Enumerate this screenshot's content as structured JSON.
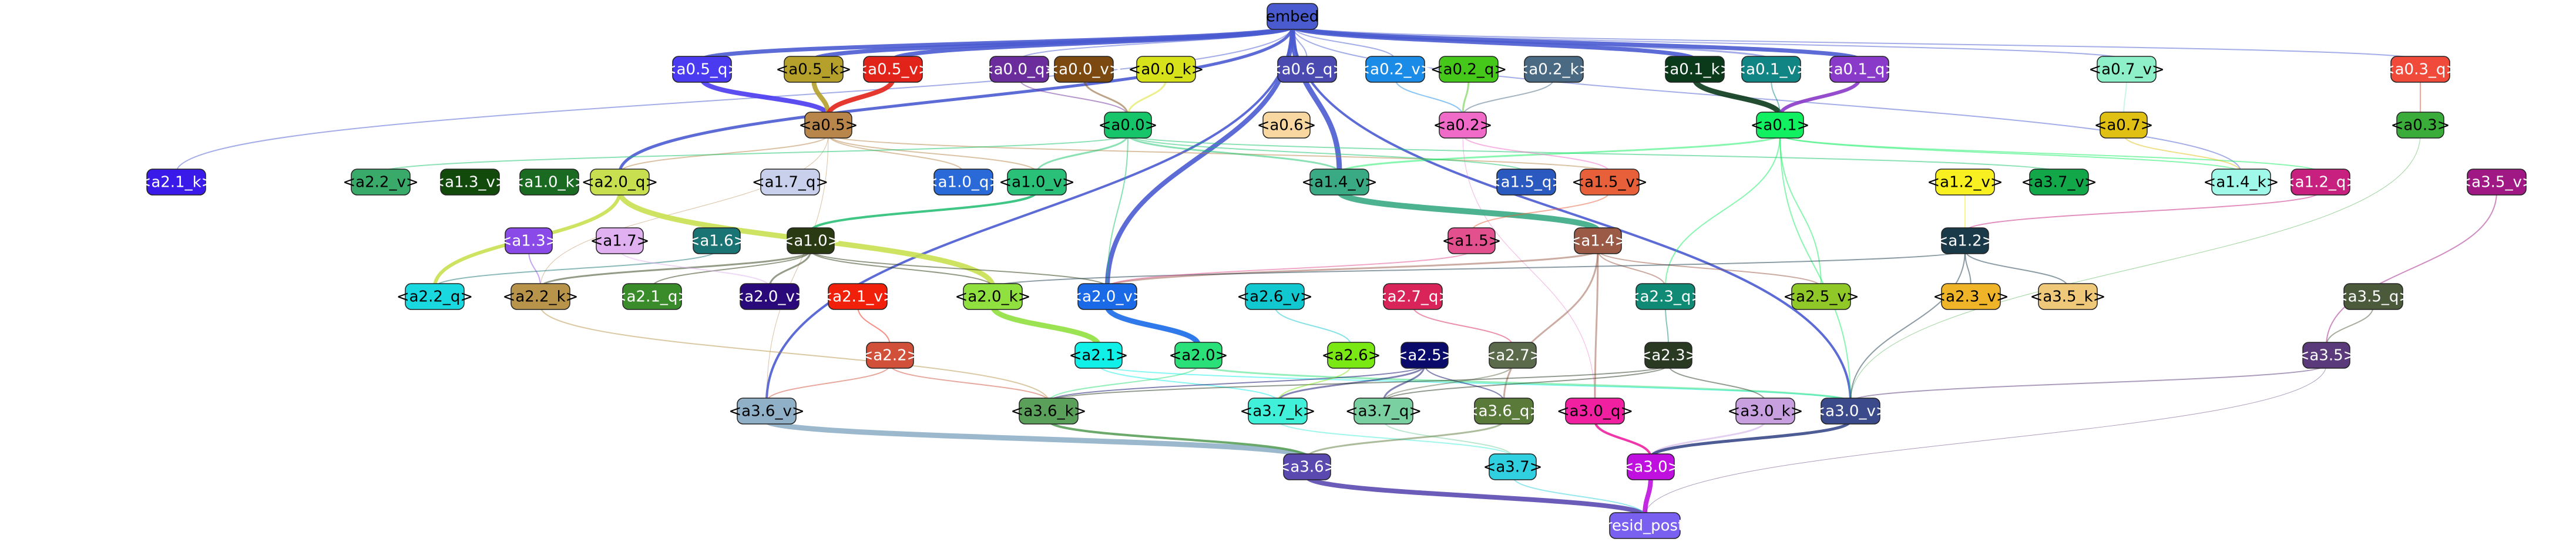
{
  "nodes": [
    {
      "id": "embed",
      "label": "embed",
      "color": "#4a5bd0",
      "text": "#000"
    },
    {
      "id": "a0_5_q",
      "label": "<a0.5_q>",
      "color": "#4a3af0",
      "text": "#fff"
    },
    {
      "id": "a0_5_k",
      "label": "<a0.5_k>",
      "color": "#b4a02a",
      "text": "#000"
    },
    {
      "id": "a0_5_v",
      "label": "<a0.5_v>",
      "color": "#e2231a",
      "text": "#fff"
    },
    {
      "id": "a0_0_q",
      "label": "<a0.0_q>",
      "color": "#6c2d9c",
      "text": "#fff"
    },
    {
      "id": "a0_0_v",
      "label": "<a0.0_v>",
      "color": "#7c4a10",
      "text": "#fff"
    },
    {
      "id": "a0_0_k",
      "label": "<a0.0_k>",
      "color": "#d8e21a",
      "text": "#000"
    },
    {
      "id": "a0_6_q",
      "label": "<a0.6_q>",
      "color": "#4a4ab0",
      "text": "#fff"
    },
    {
      "id": "a0_2_v",
      "label": "<a0.2_v>",
      "color": "#1a8ce8",
      "text": "#fff"
    },
    {
      "id": "a0_2_q",
      "label": "<a0.2_q>",
      "color": "#46c81a",
      "text": "#000"
    },
    {
      "id": "a0_2_k",
      "label": "<a0.2_k>",
      "color": "#4a6a84",
      "text": "#fff"
    },
    {
      "id": "a0_1_k",
      "label": "<a0.1_k>",
      "color": "#0a3a1a",
      "text": "#fff"
    },
    {
      "id": "a0_1_v",
      "label": "<a0.1_v>",
      "color": "#118484",
      "text": "#fff"
    },
    {
      "id": "a0_1_q",
      "label": "<a0.1_q>",
      "color": "#8a3ac8",
      "text": "#fff"
    },
    {
      "id": "a0_7_v",
      "label": "<a0.7_v>",
      "color": "#8ef0c8",
      "text": "#000"
    },
    {
      "id": "a0_3_q",
      "label": "<a0.3_q>",
      "color": "#f04a3a",
      "text": "#fff"
    },
    {
      "id": "a0_5",
      "label": "<a0.5>",
      "color": "#b8864a",
      "text": "#000"
    },
    {
      "id": "a0_0",
      "label": "<a0.0>",
      "color": "#16c46a",
      "text": "#000"
    },
    {
      "id": "a0_6",
      "label": "<a0.6>",
      "color": "#f8d8a0",
      "text": "#000"
    },
    {
      "id": "a0_2",
      "label": "<a0.2>",
      "color": "#f06ac8",
      "text": "#000"
    },
    {
      "id": "a0_1",
      "label": "<a0.1>",
      "color": "#10f060",
      "text": "#000"
    },
    {
      "id": "a0_7",
      "label": "<a0.7>",
      "color": "#e0c012",
      "text": "#000"
    },
    {
      "id": "a0_3",
      "label": "<a0.3>",
      "color": "#3aac3a",
      "text": "#000"
    },
    {
      "id": "a2_1_k",
      "label": "<a2.1_k>",
      "color": "#3a1ae8",
      "text": "#fff"
    },
    {
      "id": "a2_2_v",
      "label": "<a2.2_v>",
      "color": "#3aaa6a",
      "text": "#000"
    },
    {
      "id": "a1_3_v",
      "label": "<a1.3_v>",
      "color": "#124a0c",
      "text": "#fff"
    },
    {
      "id": "a1_0_k",
      "label": "<a1.0_k>",
      "color": "#1a6a22",
      "text": "#fff"
    },
    {
      "id": "a2_0_q",
      "label": "<a2.0_q>",
      "color": "#c8e050",
      "text": "#000"
    },
    {
      "id": "a1_7_q",
      "label": "<a1.7_q>",
      "color": "#c8d0ec",
      "text": "#000"
    },
    {
      "id": "a1_0_q",
      "label": "<a1.0_q>",
      "color": "#2a6ad8",
      "text": "#fff"
    },
    {
      "id": "a1_0_v",
      "label": "<a1.0_v>",
      "color": "#2ac078",
      "text": "#000"
    },
    {
      "id": "a1_4_v",
      "label": "<a1.4_v>",
      "color": "#3aaa84",
      "text": "#000"
    },
    {
      "id": "a1_5_q",
      "label": "<a1.5_q>",
      "color": "#2a5ac0",
      "text": "#fff"
    },
    {
      "id": "a1_5_v",
      "label": "<a1.5_v>",
      "color": "#e8603a",
      "text": "#000"
    },
    {
      "id": "a3_7_v",
      "label": "<a3.7_v>",
      "color": "#12a84a",
      "text": "#000"
    },
    {
      "id": "a1_4_k",
      "label": "<a1.4_k>",
      "color": "#a0f8e8",
      "text": "#000"
    },
    {
      "id": "a1_2_q",
      "label": "<a1.2_q>",
      "color": "#c8207e",
      "text": "#fff"
    },
    {
      "id": "a3_5_v",
      "label": "<a3.5_v>",
      "color": "#a01884",
      "text": "#fff"
    },
    {
      "id": "a1_2_v",
      "label": "<a1.2_v>",
      "color": "#f8f020",
      "text": "#000"
    },
    {
      "id": "a1_3",
      "label": "<a1.3>",
      "color": "#8a4ae8",
      "text": "#fff"
    },
    {
      "id": "a1_7",
      "label": "<a1.7>",
      "color": "#e0b0f0",
      "text": "#000"
    },
    {
      "id": "a1_6",
      "label": "<a1.6>",
      "color": "#1a7474",
      "text": "#fff"
    },
    {
      "id": "a1_0",
      "label": "<a1.0>",
      "color": "#2a3a12",
      "text": "#fff"
    },
    {
      "id": "a1_5",
      "label": "<a1.5>",
      "color": "#e2508e",
      "text": "#000"
    },
    {
      "id": "a1_4",
      "label": "<a1.4>",
      "color": "#9a5a46",
      "text": "#fff"
    },
    {
      "id": "a1_2",
      "label": "<a1.2>",
      "color": "#1a3a4a",
      "text": "#fff"
    },
    {
      "id": "a2_2_q",
      "label": "<a2.2_q>",
      "color": "#1ad8e0",
      "text": "#000"
    },
    {
      "id": "a2_2_k",
      "label": "<a2.2_k>",
      "color": "#b8944a",
      "text": "#000"
    },
    {
      "id": "a2_1_q",
      "label": "<a2.1_q>",
      "color": "#3a8c2a",
      "text": "#fff"
    },
    {
      "id": "a2_0_v",
      "label": "<a2.0_v>",
      "color": "#2a0a7a",
      "text": "#fff"
    },
    {
      "id": "a2_1_v",
      "label": "<a2.1_v>",
      "color": "#f0200a",
      "text": "#fff"
    },
    {
      "id": "a2_0_k",
      "label": "<a2.0_k>",
      "color": "#90e040",
      "text": "#000"
    },
    {
      "id": "a2_0_v2",
      "label": "<a2.0_v>",
      "color": "#1a6ae8",
      "text": "#fff"
    },
    {
      "id": "a2_6_v",
      "label": "<a2.6_v>",
      "color": "#12c8d0",
      "text": "#000"
    },
    {
      "id": "a2_7_q",
      "label": "<a2.7_q>",
      "color": "#d82458",
      "text": "#fff"
    },
    {
      "id": "a2_3_q",
      "label": "<a2.3_q>",
      "color": "#108a74",
      "text": "#fff"
    },
    {
      "id": "a2_5_v",
      "label": "<a2.5_v>",
      "color": "#90c828",
      "text": "#000"
    },
    {
      "id": "a2_3_v",
      "label": "<a2.3_v>",
      "color": "#f0b428",
      "text": "#000"
    },
    {
      "id": "a3_5_k",
      "label": "<a3.5_k>",
      "color": "#f0c87a",
      "text": "#000"
    },
    {
      "id": "a3_5_q",
      "label": "<a3.5_q>",
      "color": "#4a5a3a",
      "text": "#fff"
    },
    {
      "id": "a2_2",
      "label": "<a2.2>",
      "color": "#d0503a",
      "text": "#fff"
    },
    {
      "id": "a2_1",
      "label": "<a2.1>",
      "color": "#10f0e8",
      "text": "#000"
    },
    {
      "id": "a2_0",
      "label": "<a2.0>",
      "color": "#2ae078",
      "text": "#000"
    },
    {
      "id": "a2_6",
      "label": "<a2.6>",
      "color": "#7ae812",
      "text": "#000"
    },
    {
      "id": "a2_5",
      "label": "<a2.5>",
      "color": "#0a0a6a",
      "text": "#fff"
    },
    {
      "id": "a2_7",
      "label": "<a2.7>",
      "color": "#5a6a4a",
      "text": "#fff"
    },
    {
      "id": "a2_3",
      "label": "<a2.3>",
      "color": "#2a3a22",
      "text": "#fff"
    },
    {
      "id": "a3_5",
      "label": "<a3.5>",
      "color": "#5a3a7a",
      "text": "#fff"
    },
    {
      "id": "a3_6_v",
      "label": "<a3.6_v>",
      "color": "#90b0c8",
      "text": "#000"
    },
    {
      "id": "a3_6_k",
      "label": "<a3.6_k>",
      "color": "#5aa05a",
      "text": "#000"
    },
    {
      "id": "a3_7_k",
      "label": "<a3.7_k>",
      "color": "#40f0d8",
      "text": "#000"
    },
    {
      "id": "a3_7_q",
      "label": "<a3.7_q>",
      "color": "#7ad0a0",
      "text": "#000"
    },
    {
      "id": "a3_6_q",
      "label": "<a3.6_q>",
      "color": "#5a7a3a",
      "text": "#fff"
    },
    {
      "id": "a3_0_q",
      "label": "<a3.0_q>",
      "color": "#f020a0",
      "text": "#000"
    },
    {
      "id": "a3_0_k",
      "label": "<a3.0_k>",
      "color": "#c8a0e0",
      "text": "#000"
    },
    {
      "id": "a3_0_v",
      "label": "<a3.0_v>",
      "color": "#3a4a8a",
      "text": "#fff"
    },
    {
      "id": "a3_6",
      "label": "<a3.6>",
      "color": "#5a4ab0",
      "text": "#fff"
    },
    {
      "id": "a3_7",
      "label": "<a3.7>",
      "color": "#30d0e0",
      "text": "#000"
    },
    {
      "id": "a3_0",
      "label": "<a3.0>",
      "color": "#c010e0",
      "text": "#fff"
    },
    {
      "id": "resid_post",
      "label": "resid_post",
      "color": "#7a60f0",
      "text": "#fff"
    }
  ]
}
